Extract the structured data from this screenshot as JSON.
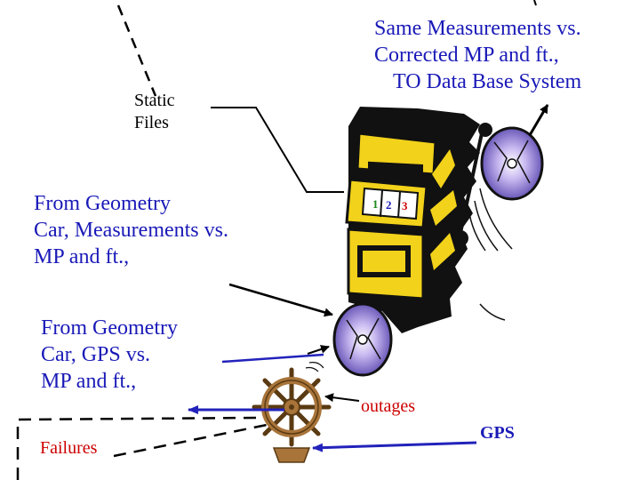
{
  "labels": {
    "top_right": [
      "Same Measurements vs.",
      "Corrected MP and ft.,",
      "TO Data Base System"
    ],
    "static_files": [
      "Static",
      "Files"
    ],
    "geometry_measurements": [
      "From Geometry",
      "Car, Measurements vs.",
      "MP and ft.,"
    ],
    "geometry_gps": [
      "From Geometry",
      "Car, GPS  vs.",
      "MP and ft.,"
    ],
    "outages": "outages",
    "gps": "GPS",
    "failures": "Failures",
    "reel_numbers": [
      "1",
      "2",
      "3"
    ]
  },
  "colors": {
    "blue_text": "#1a1ab8",
    "red_text": "#cc0000",
    "arrow_blue": "#2222bb",
    "machine_yellow": "#f2d21a",
    "machine_dark": "#111111",
    "wheel_brown": "#a8743a",
    "disc_purple": "#9b86d8"
  },
  "icons": [
    "slot-machine-icon",
    "cd-disc-icon",
    "ship-wheel-icon"
  ]
}
